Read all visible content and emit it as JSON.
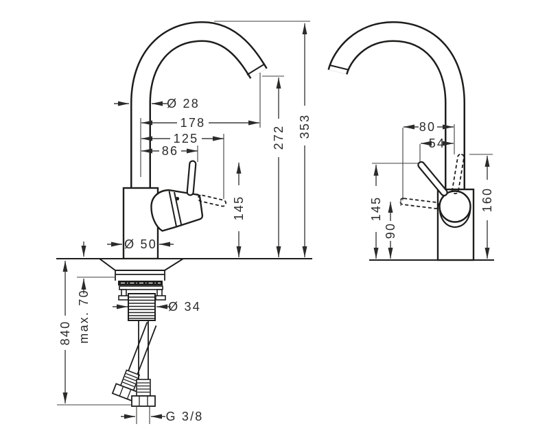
{
  "title": "faucet-installation-dimension-drawing",
  "front_view": {
    "spout_diameter": "Ø 28",
    "spout_reach": "178",
    "handle_reach_open": "125",
    "handle_reach": "86",
    "spout_outlet_height": "272",
    "total_height": "353",
    "handle_tip_height": "145",
    "base_diameter": "Ø 50",
    "mounting_thickness": "max. 70",
    "hose_length": "840",
    "shank_diameter": "Ø 34",
    "connection_thread": "G 3/8"
  },
  "side_view": {
    "handle_depth_open": "80",
    "handle_depth": "54",
    "handle_tip_height": "145",
    "handle_low_height": "90",
    "handle_up_height": "160"
  },
  "colors": {
    "background": "#ffffff",
    "outline": "#1d1d1b",
    "dimension": "#3c3c3b",
    "dimension_text": "#2b2b2a"
  }
}
